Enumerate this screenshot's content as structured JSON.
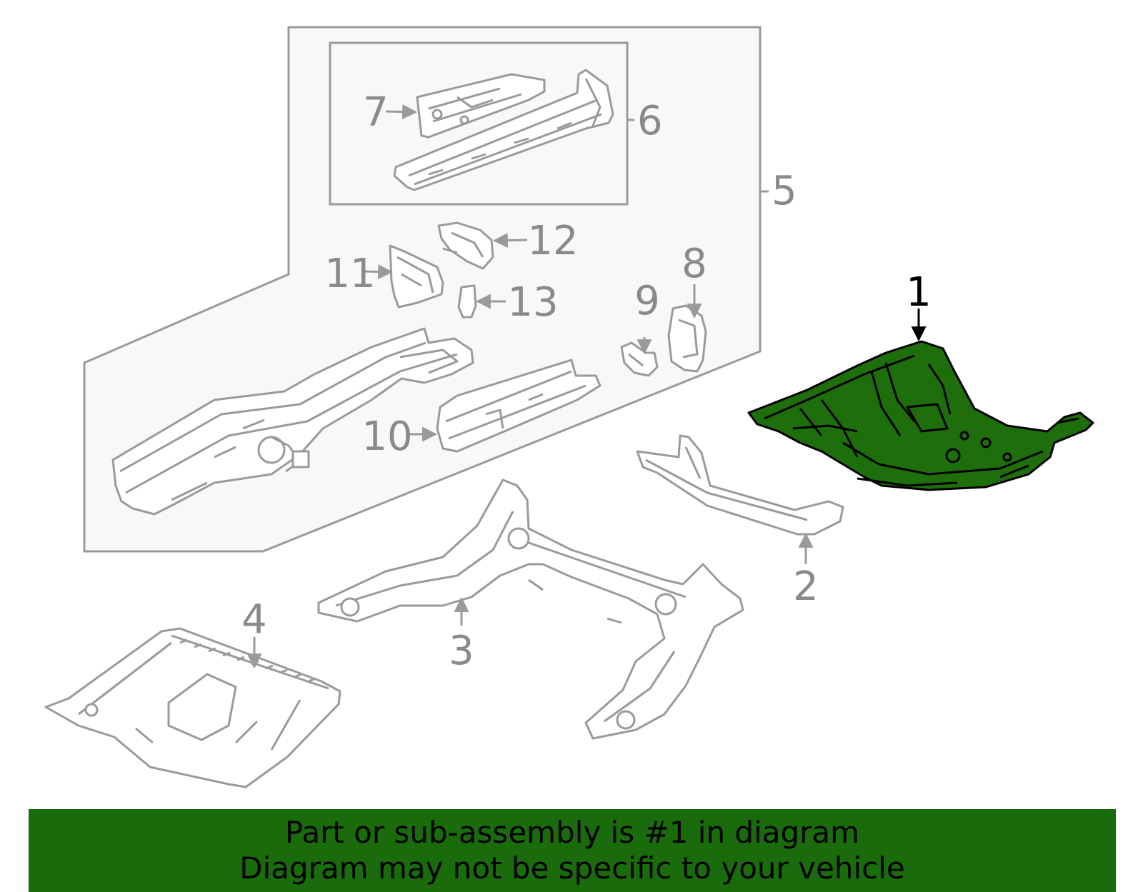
{
  "colors": {
    "part_line": "#9a9a9a",
    "assembly_fill": "#f8f8f8",
    "highlight_fill": "#1f6e0c",
    "highlight_line": "#000000",
    "callout_gray": "#8a8a8a",
    "callout_active": "#000000",
    "banner_bg": "#1a6b0c",
    "banner_text": "#000000"
  },
  "diagram": {
    "highlighted_part": "1",
    "callouts": [
      "1",
      "2",
      "3",
      "4",
      "5",
      "6",
      "7",
      "8",
      "9",
      "10",
      "11",
      "12",
      "13"
    ]
  },
  "banner": {
    "line1": "Part or sub-assembly is #1 in diagram",
    "line2": "Diagram may not be specific to your vehicle"
  }
}
